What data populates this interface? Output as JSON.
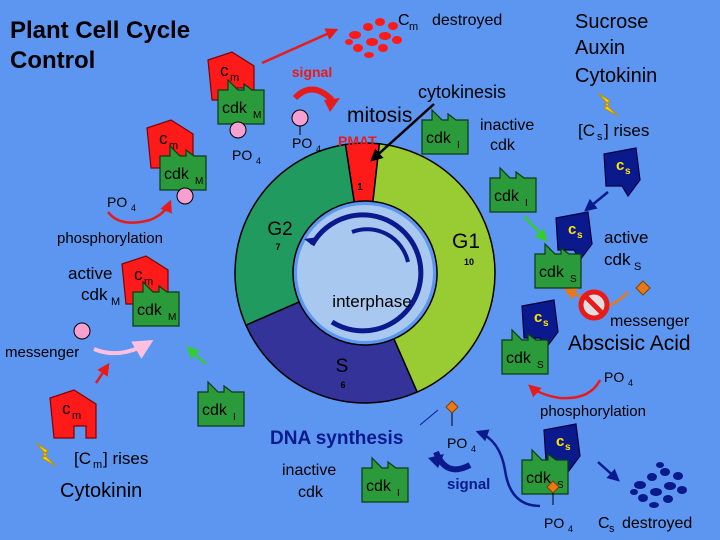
{
  "title": {
    "line1": "Plant Cell Cycle",
    "line2": "Control"
  },
  "cycle": {
    "phases": [
      {
        "id": "mitosis",
        "label": "",
        "count": "1",
        "color": "#ff1a1a"
      },
      {
        "id": "G1",
        "label": "G1",
        "count": "10",
        "color": "#99cc33"
      },
      {
        "id": "S",
        "label": "S",
        "count": "6",
        "color": "#33339a"
      },
      {
        "id": "G2",
        "label": "G2",
        "count": "7",
        "color": "#209a5e"
      }
    ],
    "center_label": "interphase"
  },
  "labels": {
    "cm_destroyed_c": "C",
    "cm_destroyed_sub": "m",
    "cm_destroyed_rest": "destroyed",
    "signal_top": "signal",
    "mitosis": "mitosis",
    "pmat": "PMAT",
    "cytokinesis": "cytokinesis",
    "inactive_cdk_top_1": "inactive",
    "inactive_cdk_top_2": "cdk",
    "hormones": [
      "Sucrose",
      "Auxin",
      "Cytokinin"
    ],
    "cs_rises_c": "[C",
    "cs_rises_sub": "s",
    "cs_rises_rest": "] rises",
    "active_cdks_1": "active",
    "active_cdks_2": "cdk",
    "active_cdks_sub": "S",
    "messenger_right": "messenger",
    "abscisic_acid": "Abscisic Acid",
    "po4_right_po": "PO",
    "po4_right_sub": "4",
    "phosphorylation_right": "phosphorylation",
    "po4_left_po": "PO",
    "po4_left_sub": "4",
    "phosphorylation_left": "phosphorylation",
    "active_cdkm_1": "active",
    "active_cdkm_2": "cdk",
    "active_cdkm_sub": "M",
    "messenger_left": "messenger",
    "cm_rises_c": "[C",
    "cm_rises_sub": "m",
    "cm_rises_rest": "] rises",
    "cytokinin_bottom": "Cytokinin",
    "dna_synthesis": "DNA synthesis",
    "inactive_cdk_bottom_1": "inactive",
    "inactive_cdk_bottom_2": "cdk",
    "signal_bottom": "signal",
    "po4_mid_po": "PO",
    "po4_mid_sub": "4",
    "po4_bottom_po": "PO",
    "po4_bottom_sub": "4",
    "cs_destroyed_c": "C",
    "cs_destroyed_sub": "s",
    "cs_destroyed_rest": "destroyed",
    "po4_top_po": "PO",
    "po4_top_sub": "4",
    "po4_top2_po": "PO",
    "po4_top2_sub": "4"
  },
  "proteins": {
    "cm": "c",
    "cm_sub": "m",
    "cs": "c",
    "cs_sub": "s",
    "cdk": "cdk",
    "sub_M": "M",
    "sub_S": "S",
    "sub_I": "I"
  },
  "colors": {
    "background": "#5c96f0",
    "cyclin_m": "#ff1a1a",
    "cyclin_s": "#0a1a8c",
    "cdk": "#2a9a3a",
    "phospho": "#f5a0d0",
    "messenger_s": "#e87818",
    "red_arrow": "#e81a1a",
    "dark_blue": "#0a1a8c",
    "light_green_arrow": "#33cc33",
    "pink_arrow": "#ffc0e0",
    "title_text": "#000000",
    "dna_text": "#0a1a8c"
  }
}
